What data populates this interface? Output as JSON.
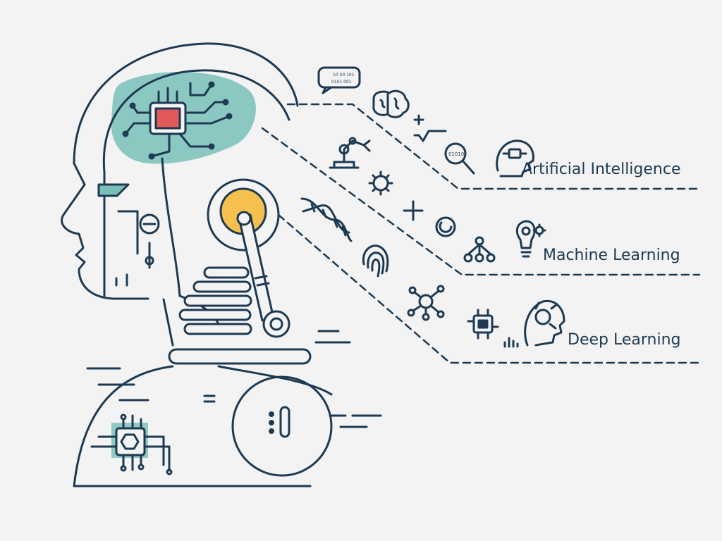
{
  "labels": {
    "ai": "Artificial Intelligence",
    "ml": "Machine Learning",
    "dl": "Deep Learning",
    "binary_line_1": "10 00 101",
    "binary_line_2": "0101 001",
    "magnifier_text": "01010"
  },
  "colors": {
    "stroke": "#1d3a52",
    "teal": "#78bfb8",
    "red": "#e05a5a",
    "yellow": "#f5c04e",
    "background": "#f3f3f3"
  },
  "icons": [
    "speech-bubble-icon",
    "brain-icon",
    "square-root-icon",
    "robot-arm-icon",
    "magnifier-icon",
    "ai-head-icon",
    "gear-icon",
    "plus-icon",
    "dna-icon",
    "circle-arrow-icon",
    "network-tree-icon",
    "lightbulb-gears-icon",
    "fingerprint-icon",
    "molecule-icon",
    "chip-icon",
    "bar-chart-icon",
    "robot-head-icon"
  ]
}
